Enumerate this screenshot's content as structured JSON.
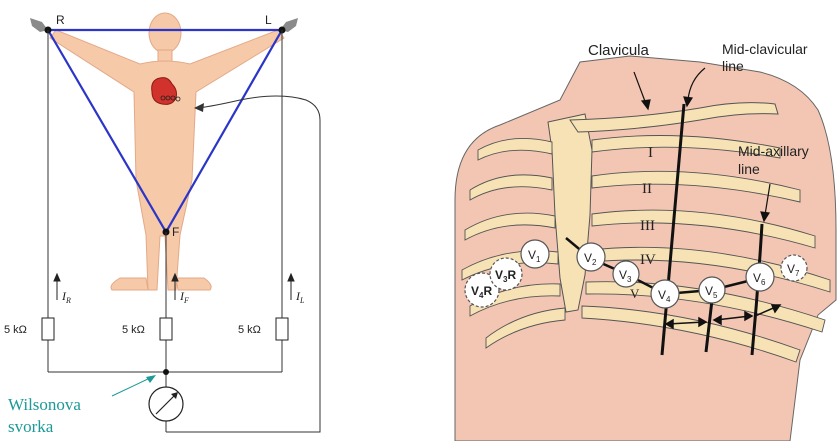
{
  "left_diagram": {
    "limb_labels": {
      "right_arm": "R",
      "left_arm": "L",
      "foot": "F"
    },
    "currents": {
      "right": "I",
      "right_sub": "R",
      "foot": "I",
      "foot_sub": "F",
      "left": "I",
      "left_sub": "L"
    },
    "resistors": {
      "right": "5 kΩ",
      "foot": "5 kΩ",
      "left": "5 kΩ"
    },
    "terminal_label_line1": "Wilsonova",
    "terminal_label_line2": "svorka",
    "colors": {
      "triangle": "#2b35c8",
      "body": "#f6c9a8",
      "heart": "#d2322c",
      "terminal_label": "#1b9a98",
      "wire": "#333333"
    }
  },
  "right_diagram": {
    "labels": {
      "clavicula": "Clavicula",
      "mid_clavicular_1": "Mid-clavicular",
      "mid_clavicular_2": "line",
      "mid_axillary_1": "Mid-axillary",
      "mid_axillary_2": "line"
    },
    "ribs": [
      "I",
      "II",
      "III",
      "IV",
      "V"
    ],
    "electrodes": {
      "v1": "V",
      "v1_sub": "1",
      "v2": "V",
      "v2_sub": "2",
      "v3": "V",
      "v3_sub": "3",
      "v4": "V",
      "v4_sub": "4",
      "v5": "V",
      "v5_sub": "5",
      "v6": "V",
      "v6_sub": "6",
      "v7": "V",
      "v7_sub": "7",
      "v3r": "V",
      "v3r_sub": "3",
      "v3r_suffix": "R",
      "v4r": "V",
      "v4r_sub": "4",
      "v4r_suffix": "R"
    },
    "colors": {
      "skin": "#f3c6b3",
      "bone": "#f6e2b4",
      "line": "#111111"
    }
  }
}
